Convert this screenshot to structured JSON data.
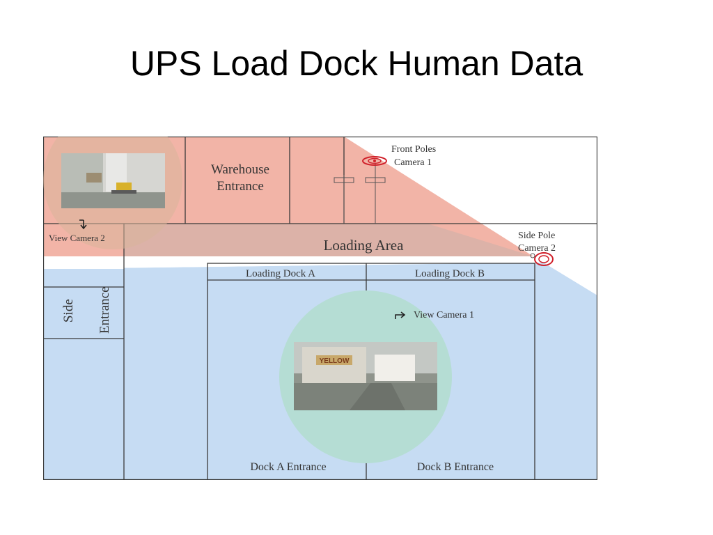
{
  "slide": {
    "title": "UPS Load Dock Human Data"
  },
  "floorplan": {
    "labels": {
      "warehouse_entrance_line1": "Warehouse",
      "warehouse_entrance_line2": "Entrance",
      "front_poles_line1": "Front Poles",
      "front_poles_line2": "Camera 1",
      "view_camera_2": "View Camera 2",
      "loading_area": "Loading Area",
      "side_pole_line1": "Side Pole",
      "side_pole_line2": "Camera 2",
      "loading_dock_a": "Loading Dock A",
      "loading_dock_b": "Loading Dock B",
      "side_entrance_line1": "Side",
      "side_entrance_line2": "Entrance",
      "view_camera_1": "View Camera 1",
      "dock_a_entrance": "Dock A Entrance",
      "dock_b_entrance": "Dock B Entrance"
    },
    "camera_views": [
      {
        "name": "camera-2-view",
        "sign_text": ""
      },
      {
        "name": "camera-1-view",
        "sign_text": "YELLOW"
      }
    ],
    "colors": {
      "camera_1_coverage": "#c6dcf3",
      "camera_2_coverage": "#f2b4a7",
      "overlap": "#dcb2a8",
      "view_circle": "#b5ddd4",
      "camera_icon": "#d0202a"
    }
  }
}
